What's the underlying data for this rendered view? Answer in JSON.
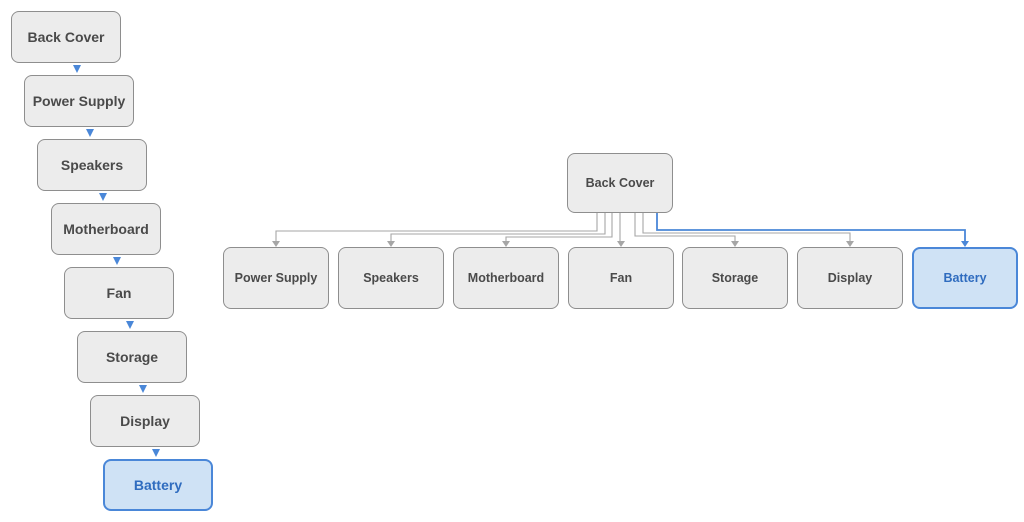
{
  "colors": {
    "node_fill": "#ececec",
    "node_border": "#8e8e8e",
    "node_text": "#4a4a4a",
    "highlight_fill": "#cfe2f5",
    "highlight_border": "#4a87d8",
    "highlight_text": "#2f6cbf",
    "chain_arrow": "#4a87d8",
    "tree_connector": "#a6a6a6"
  },
  "chain": {
    "nodes": [
      {
        "label": "Back Cover",
        "highlighted": false
      },
      {
        "label": "Power Supply",
        "highlighted": false
      },
      {
        "label": "Speakers",
        "highlighted": false
      },
      {
        "label": "Motherboard",
        "highlighted": false
      },
      {
        "label": "Fan",
        "highlighted": false
      },
      {
        "label": "Storage",
        "highlighted": false
      },
      {
        "label": "Display",
        "highlighted": false
      },
      {
        "label": "Battery",
        "highlighted": true
      }
    ]
  },
  "tree": {
    "root": {
      "label": "Back Cover"
    },
    "children": [
      {
        "label": "Power Supply",
        "highlighted": false
      },
      {
        "label": "Speakers",
        "highlighted": false
      },
      {
        "label": "Motherboard",
        "highlighted": false
      },
      {
        "label": "Fan",
        "highlighted": false
      },
      {
        "label": "Storage",
        "highlighted": false
      },
      {
        "label": "Display",
        "highlighted": false
      },
      {
        "label": "Battery",
        "highlighted": true
      }
    ]
  }
}
